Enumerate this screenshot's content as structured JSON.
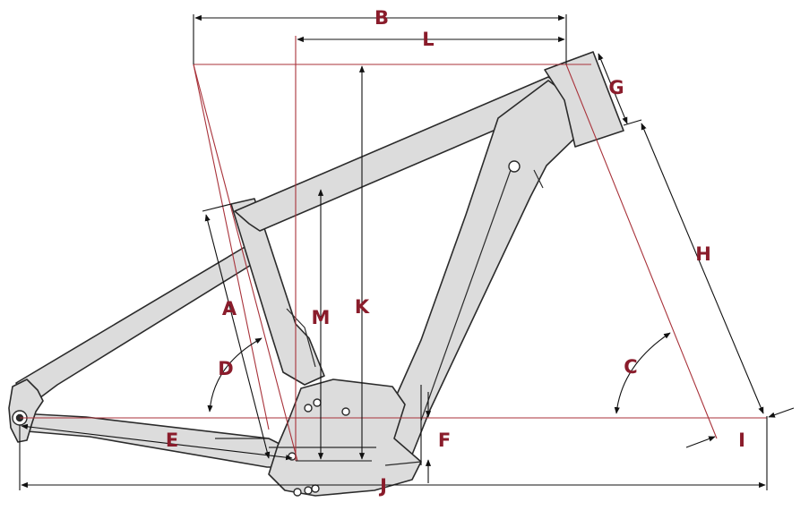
{
  "colors": {
    "label": "#8a1c2b",
    "frame_fill": "#dcdcdc",
    "frame_stroke": "#2b2b2b",
    "dim_line": "#111111",
    "ref_line": "#a8323a"
  },
  "labels": {
    "A": "A",
    "B": "B",
    "C": "C",
    "D": "D",
    "E": "E",
    "F": "F",
    "G": "G",
    "H": "H",
    "I": "I",
    "J": "J",
    "K": "K",
    "L": "L",
    "M": "M"
  }
}
